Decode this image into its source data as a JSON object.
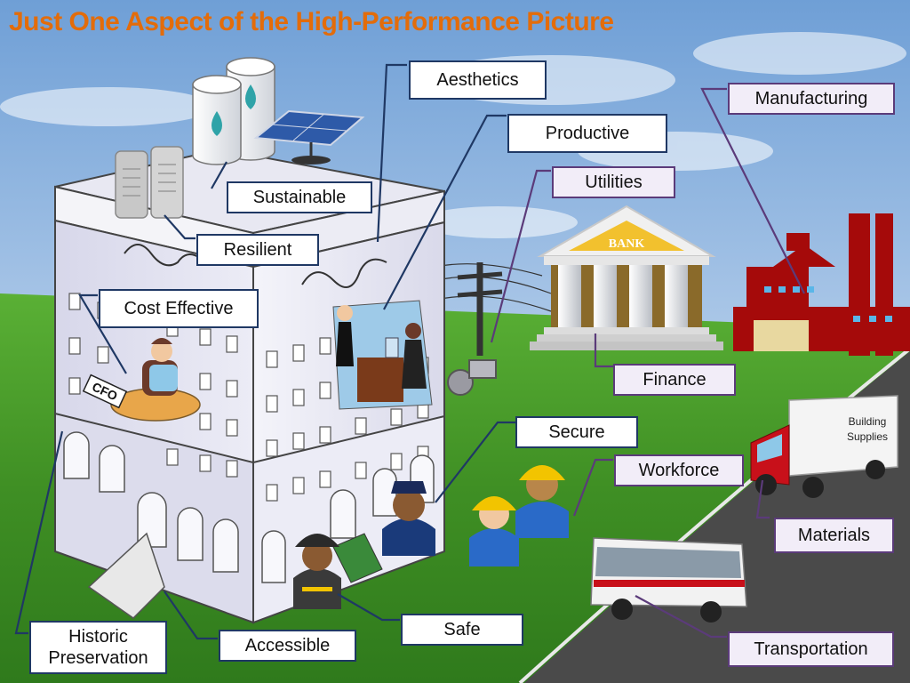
{
  "title": "Just One Aspect of the High-Performance Picture",
  "labels": {
    "aesthetics": "Aesthetics",
    "productive": "Productive",
    "utilities": "Utilities",
    "manufacturing": "Manufacturing",
    "sustainable": "Sustainable",
    "resilient": "Resilient",
    "cost_effective": "Cost Effective",
    "finance": "Finance",
    "secure": "Secure",
    "workforce": "Workforce",
    "materials": "Materials",
    "safe": "Safe",
    "accessible": "Accessible",
    "historic_line1": "Historic",
    "historic_line2": "Preservation",
    "transportation": "Transportation"
  },
  "illustration_text": {
    "bank": "BANK",
    "cfo": "CFO",
    "truck_line1": "Building",
    "truck_line2": "Supplies"
  },
  "colors": {
    "title": "#e36c0a",
    "building_label_border": "#1f3864",
    "market_label_border": "#5b3b7a",
    "grass": "#4a9a2a",
    "sky": "#8fb6e0",
    "factory": "#a50a0a",
    "road": "#4a4a4a"
  },
  "icons": [
    "water-tank-icon",
    "solar-panel-icon",
    "battery-icon",
    "bank-icon",
    "factory-icon",
    "utility-pole-icon",
    "truck-icon",
    "bus-icon",
    "construction-worker-icon",
    "police-officer-icon",
    "firefighter-icon",
    "cfo-desk-icon"
  ]
}
